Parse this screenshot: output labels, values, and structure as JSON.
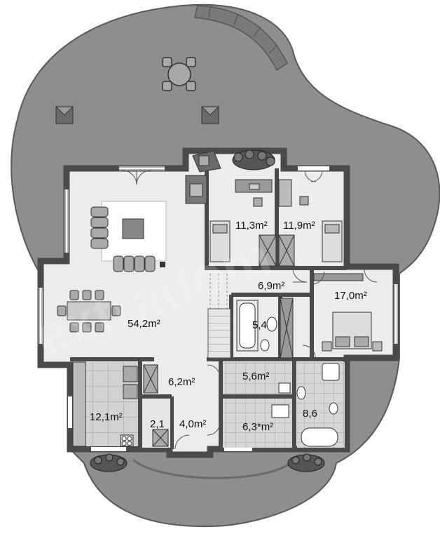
{
  "watermark": "extradom",
  "rooms": [
    {
      "id": "living",
      "label": "54,2m²"
    },
    {
      "id": "room-a",
      "label": "11,3m²"
    },
    {
      "id": "room-b",
      "label": "11,9m²"
    },
    {
      "id": "hall-upper",
      "label": "6,9m²"
    },
    {
      "id": "bedroom",
      "label": "17,0m²"
    },
    {
      "id": "wc-small",
      "label": "5,4"
    },
    {
      "id": "hall",
      "label": "6,2m²"
    },
    {
      "id": "utility",
      "label": "5,6m²"
    },
    {
      "id": "kitchen",
      "label": "12,1m²"
    },
    {
      "id": "pantry",
      "label": "2,1"
    },
    {
      "id": "vestibule",
      "label": "4,0m²"
    },
    {
      "id": "boiler",
      "label": "6,3*m²"
    },
    {
      "id": "bathroom",
      "label": "8,6"
    }
  ],
  "colors": {
    "terrace": "#8e8e8e",
    "terrace_dark": "#6e6e6e",
    "wall": "#4a4a4a",
    "floor": "#ececec",
    "tile": "#c4c4c4",
    "furniture": "#9a9a9a"
  }
}
